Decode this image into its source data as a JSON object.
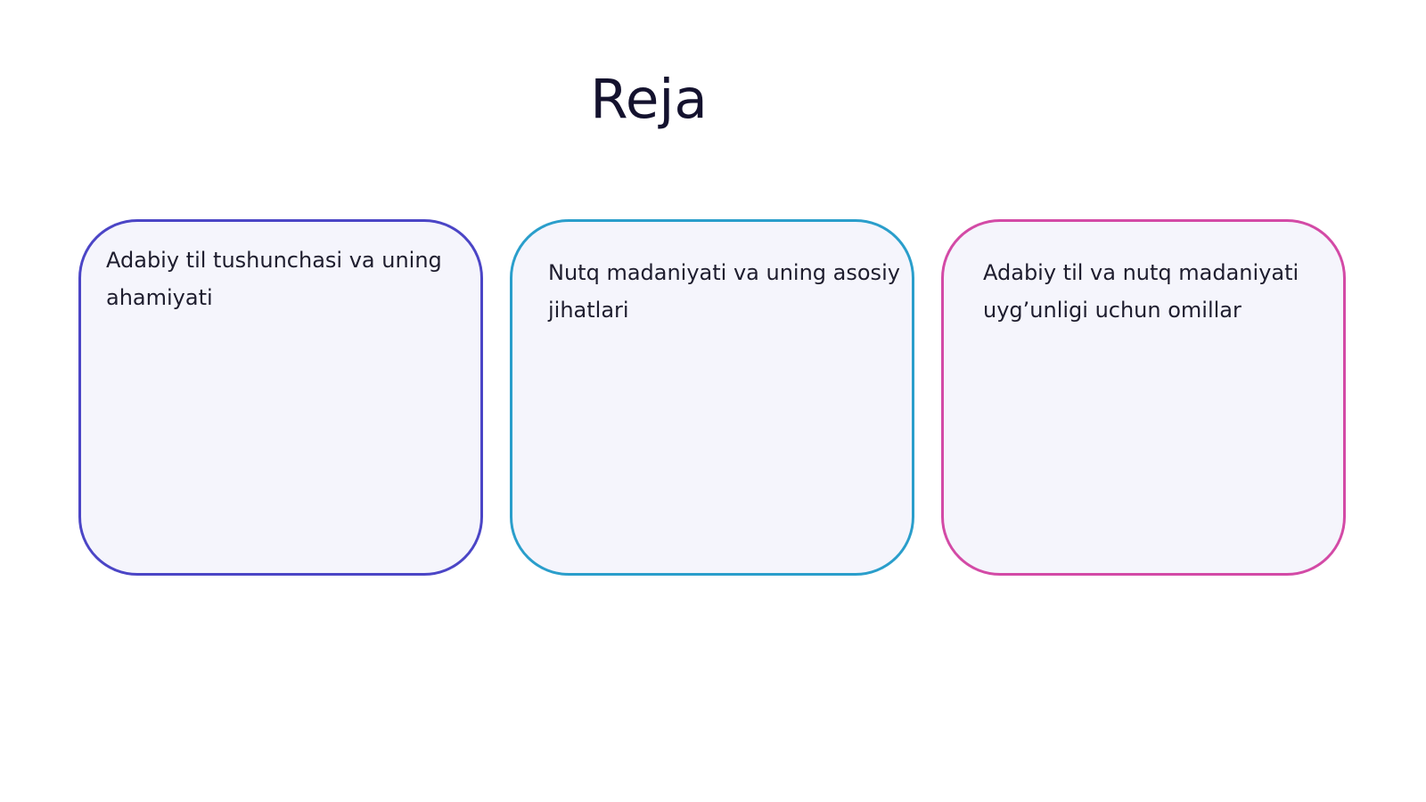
{
  "slide": {
    "title": "Reja",
    "cards": [
      {
        "text": "Adabiy til tushunchasi va uning ahamiyati",
        "border_color": "#4b45c6"
      },
      {
        "text": "Nutq madaniyati va uning asosiy jihatlari",
        "border_color": "#2a9ecb"
      },
      {
        "text": "Adabiy til va nutq madaniyati uyg’unligi uchun omillar",
        "border_color": "#d34aa6"
      }
    ]
  }
}
